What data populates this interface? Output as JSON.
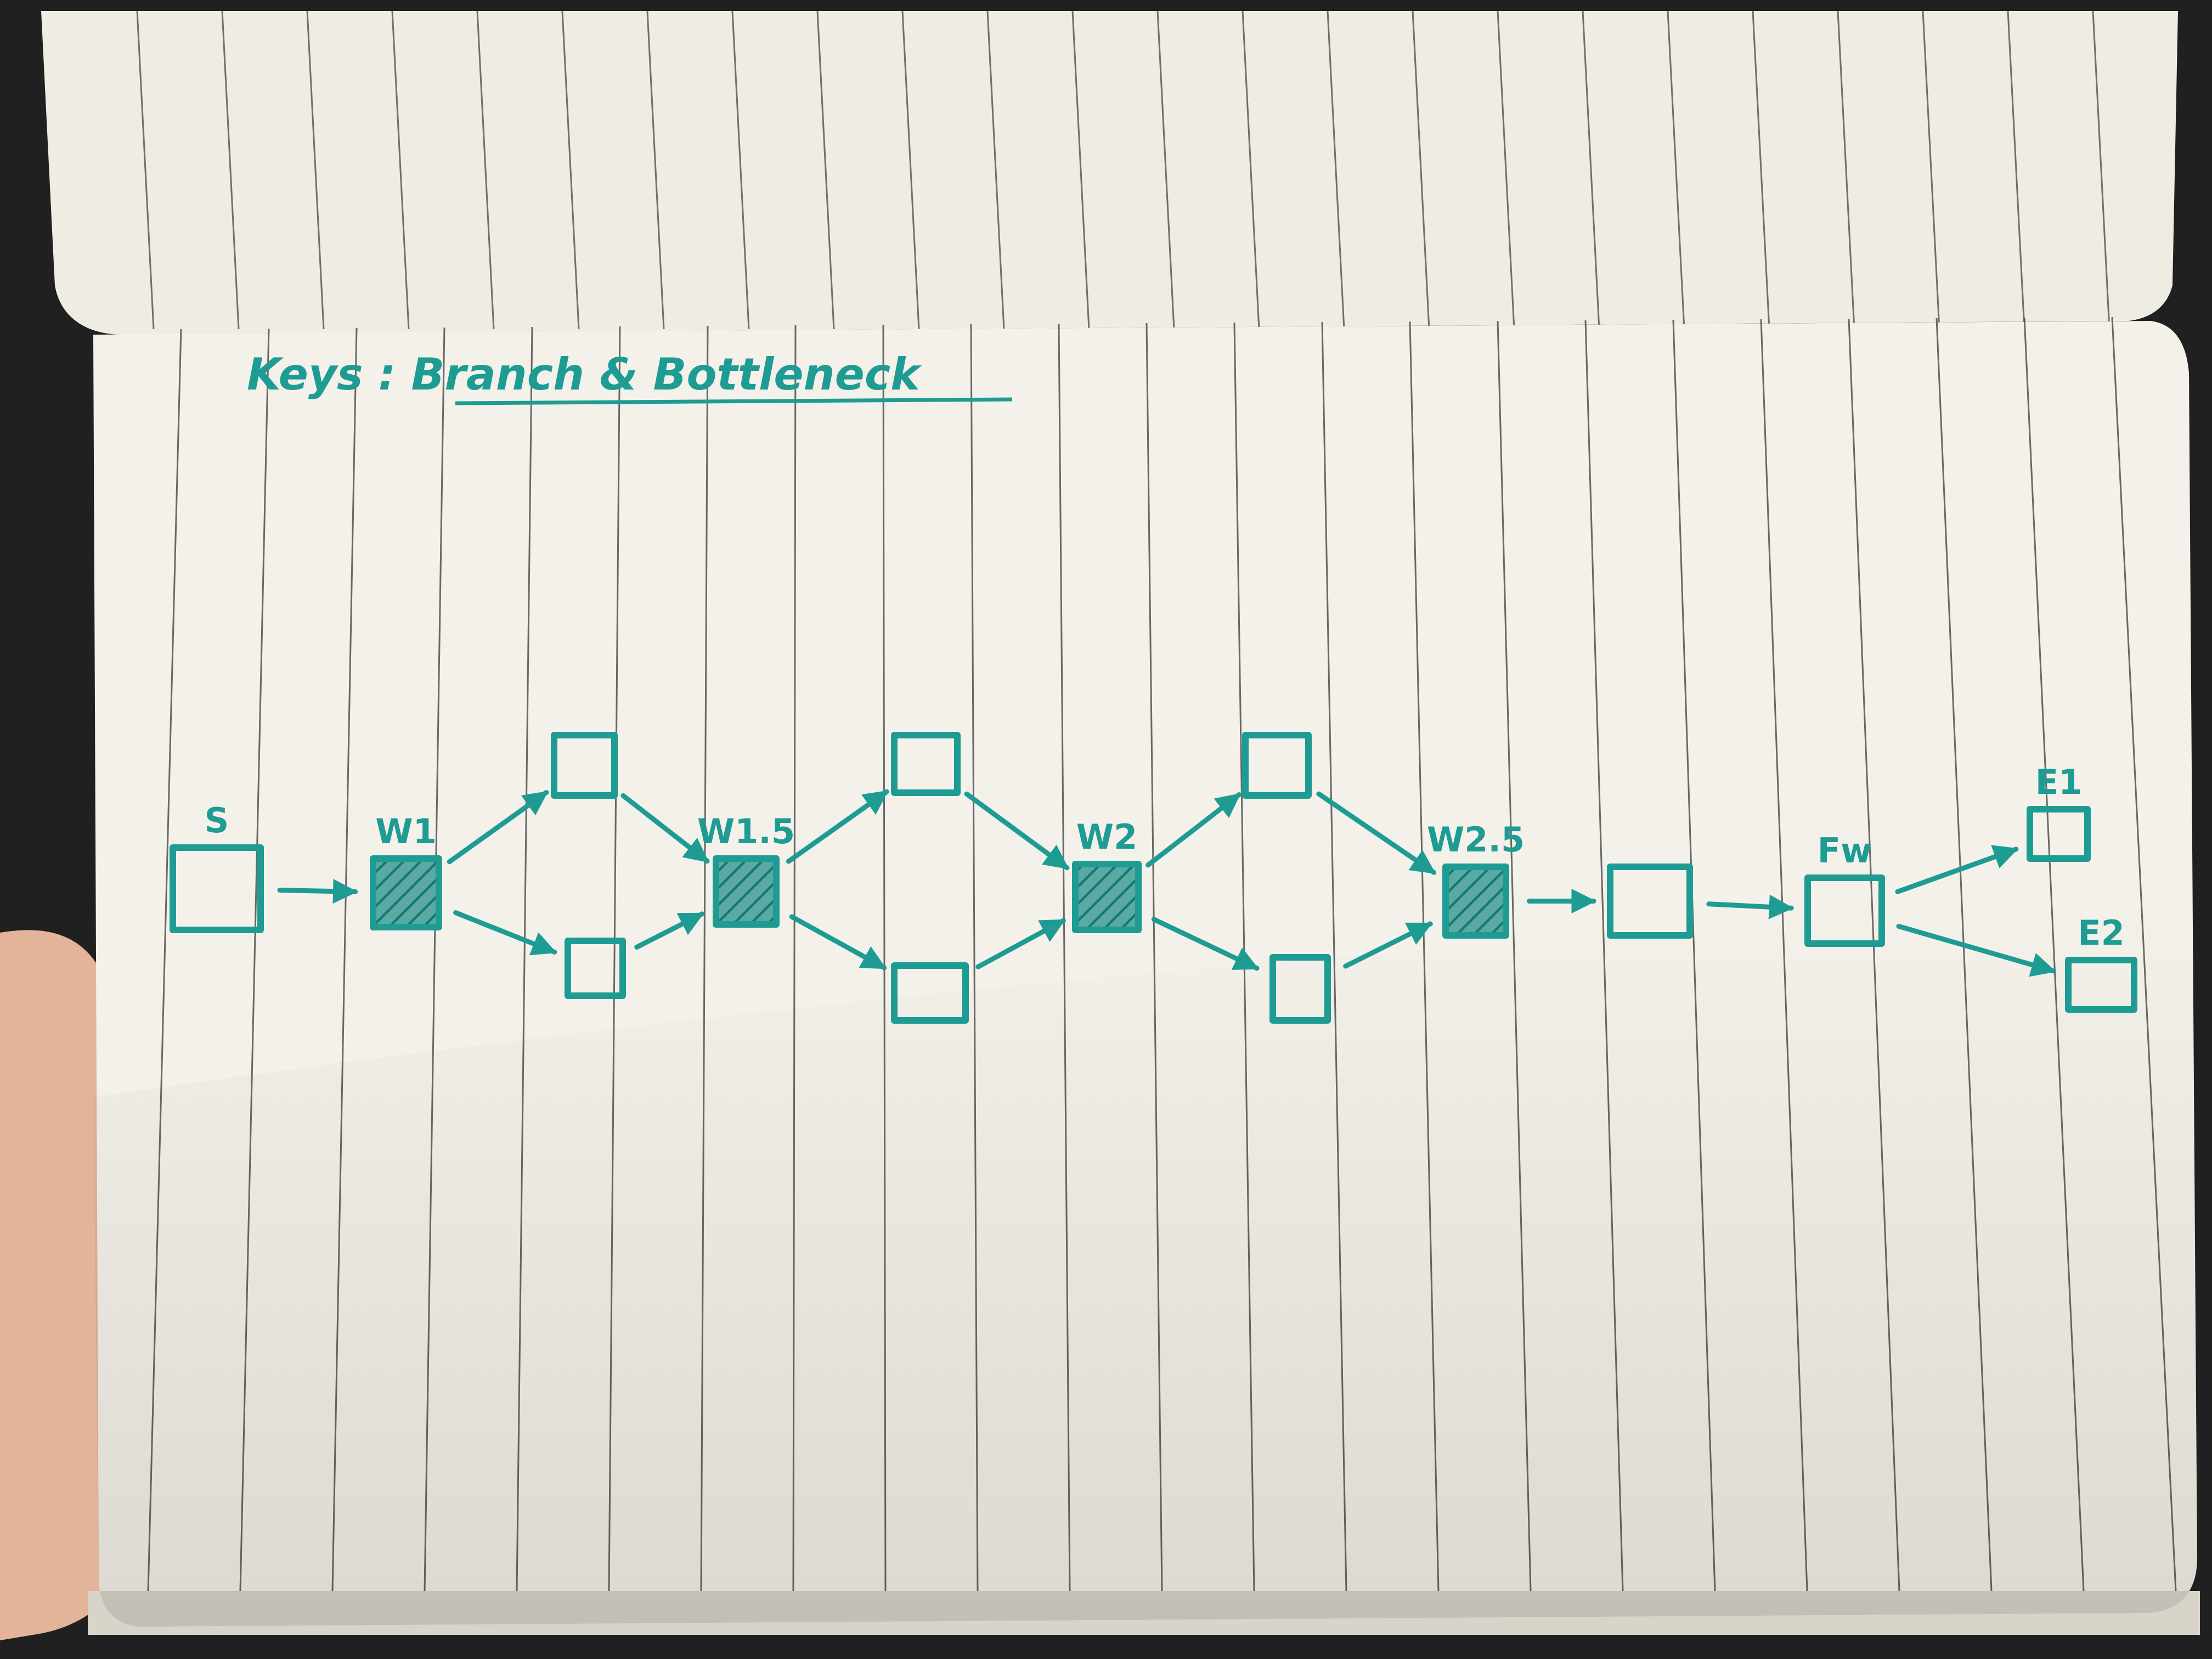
{
  "title": "Keys : Branch & Bottleneck",
  "ink_color": "#1e9c94",
  "paper_color": "#f4f1ea",
  "rule_color": "#3a3a3a",
  "nodes": [
    {
      "id": "s",
      "label": "S",
      "filled": false
    },
    {
      "id": "w1",
      "label": "W1",
      "filled": true
    },
    {
      "id": "b1u",
      "label": "",
      "filled": false
    },
    {
      "id": "b1d",
      "label": "",
      "filled": false
    },
    {
      "id": "w15",
      "label": "W1.5",
      "filled": true
    },
    {
      "id": "b2u",
      "label": "",
      "filled": false
    },
    {
      "id": "b2d",
      "label": "",
      "filled": false
    },
    {
      "id": "w2",
      "label": "W2",
      "filled": true
    },
    {
      "id": "b3u",
      "label": "",
      "filled": false
    },
    {
      "id": "b3d",
      "label": "",
      "filled": false
    },
    {
      "id": "w25",
      "label": "W2.5",
      "filled": true
    },
    {
      "id": "mid",
      "label": "",
      "filled": false
    },
    {
      "id": "fw",
      "label": "Fw",
      "filled": false
    },
    {
      "id": "e1",
      "label": "E1",
      "filled": false
    },
    {
      "id": "e2",
      "label": "E2",
      "filled": false
    }
  ],
  "edges": [
    [
      "s",
      "w1"
    ],
    [
      "w1",
      "b1u"
    ],
    [
      "w1",
      "b1d"
    ],
    [
      "b1u",
      "w15"
    ],
    [
      "b1d",
      "w15"
    ],
    [
      "w15",
      "b2u"
    ],
    [
      "w15",
      "b2d"
    ],
    [
      "b2u",
      "w2"
    ],
    [
      "b2d",
      "w2"
    ],
    [
      "w2",
      "b3u"
    ],
    [
      "w2",
      "b3d"
    ],
    [
      "b3u",
      "w25"
    ],
    [
      "b3d",
      "w25"
    ],
    [
      "w25",
      "mid"
    ],
    [
      "mid",
      "fw"
    ],
    [
      "fw",
      "e1"
    ],
    [
      "fw",
      "e2"
    ]
  ]
}
